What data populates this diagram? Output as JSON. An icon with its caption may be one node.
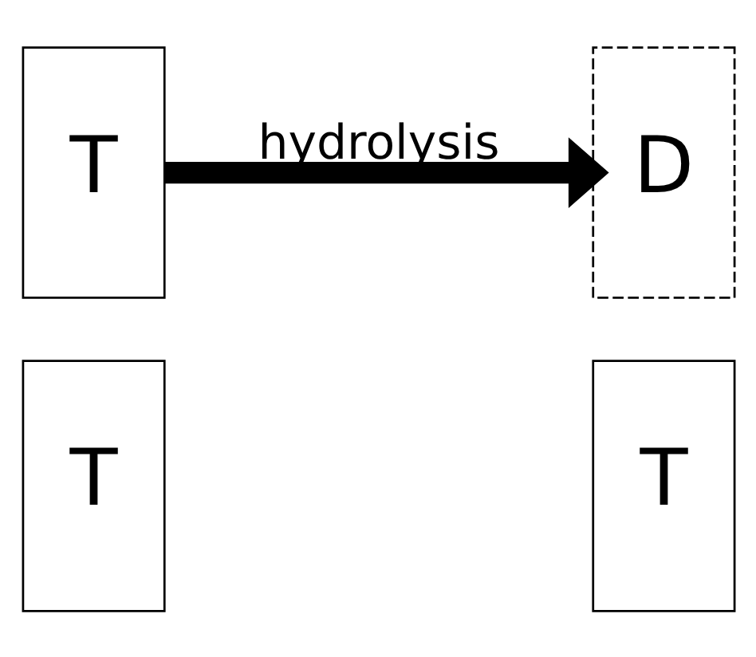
{
  "diagram": {
    "nodes": [
      {
        "text": [
          "T"
        ]
      },
      {
        "text": [
          "T"
        ]
      },
      {
        "text": [
          "D"
        ]
      },
      {
        "text": [
          "T"
        ]
      }
    ],
    "edges": [
      {
        "from": 0,
        "to": 2,
        "arrow": "to",
        "label": "hydrolysis"
      }
    ]
  }
}
